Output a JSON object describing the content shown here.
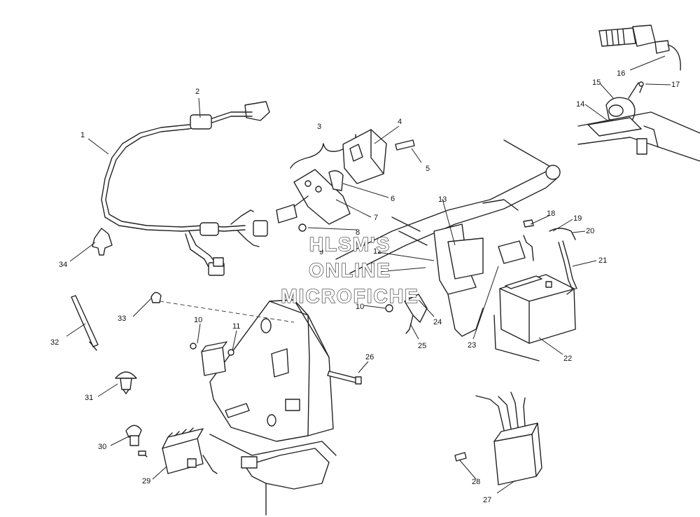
{
  "watermark": {
    "line1": "HLSM'S",
    "line2": "ONLINE",
    "line3": "MICROFICHE"
  },
  "callouts": {
    "c1": "1",
    "c2": "2",
    "c3": "3",
    "c4": "4",
    "c5": "5",
    "c6": "6",
    "c7": "7",
    "c8": "8",
    "c9": "9",
    "c10a": "10",
    "c10b": "10",
    "c11": "11",
    "c12": "12",
    "c13": "13",
    "c14": "14",
    "c15": "15",
    "c16": "16",
    "c17": "17",
    "c18": "18",
    "c19": "19",
    "c20": "20",
    "c21": "21",
    "c22": "22",
    "c23": "23",
    "c24": "24",
    "c25": "25",
    "c26": "26",
    "c27": "27",
    "c28": "28",
    "c29": "29",
    "c30": "30",
    "c31": "31",
    "c32": "32",
    "c33": "33",
    "c34": "34"
  }
}
